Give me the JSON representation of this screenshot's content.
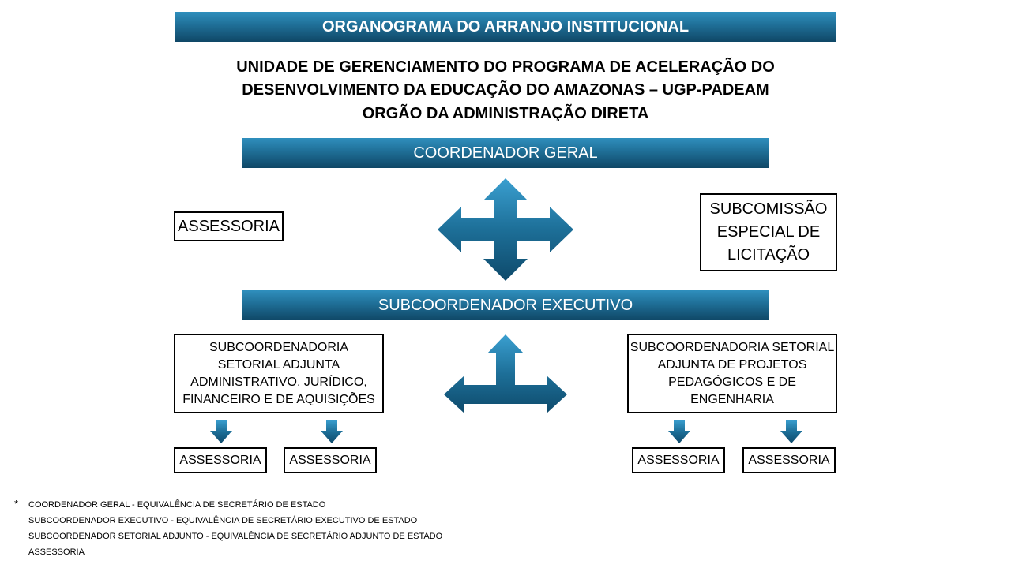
{
  "title_bar": "ORGANOGRAMA DO ARRANJO INSTITUCIONAL",
  "heading_lines": [
    "UNIDADE DE GERENCIAMENTO DO PROGRAMA DE ACELERAÇÃO DO",
    "DESENVOLVIMENTO DA EDUCAÇÃO DO AMAZONAS – UGP-PADEAM",
    "ORGÃO DA ADMINISTRAÇÃO DIRETA"
  ],
  "coordenador_geral": "COORDENADOR GERAL",
  "assessoria_top": "ASSESSORIA",
  "subcomissao_lines": [
    "SUBCOMISSÃO",
    "ESPECIAL DE",
    "LICITAÇÃO"
  ],
  "subcoordenador_executivo": "SUBCOORDENADOR EXECUTIVO",
  "subcoord_left_lines": [
    "SUBCOORDENADORIA",
    "SETORIAL ADJUNTA",
    "ADMINISTRATIVO, JURÍDICO,",
    "FINANCEIRO E DE AQUISIÇÕES"
  ],
  "subcoord_right_lines": [
    "SUBCOORDENADORIA SETORIAL",
    "ADJUNTA DE PROJETOS",
    "PEDAGÓGICOS E DE",
    "ENGENHARIA"
  ],
  "assessoria_boxes": [
    "ASSESSORIA",
    "ASSESSORIA",
    "ASSESSORIA",
    "ASSESSORIA"
  ],
  "footnote_symbol": "*",
  "footnotes": [
    "COORDENADOR GERAL - EQUIVALÊNCIA DE SECRETÁRIO DE ESTADO",
    "SUBCOORDENADOR EXECUTIVO - EQUIVALÊNCIA DE SECRETÁRIO EXECUTIVO DE ESTADO",
    "SUBCOORDENADOR SETORIAL ADJUNTO - EQUIVALÊNCIA DE SECRETÁRIO ADJUNTO DE ESTADO",
    "ASSESSORIA"
  ],
  "colors": {
    "bar_light": "#2f8fbd",
    "bar_dark": "#0f4766",
    "arrow": "#1a6a94"
  },
  "icons": [
    "quad-arrow-icon",
    "tri-arrow-icon",
    "down-arrow-icon"
  ]
}
